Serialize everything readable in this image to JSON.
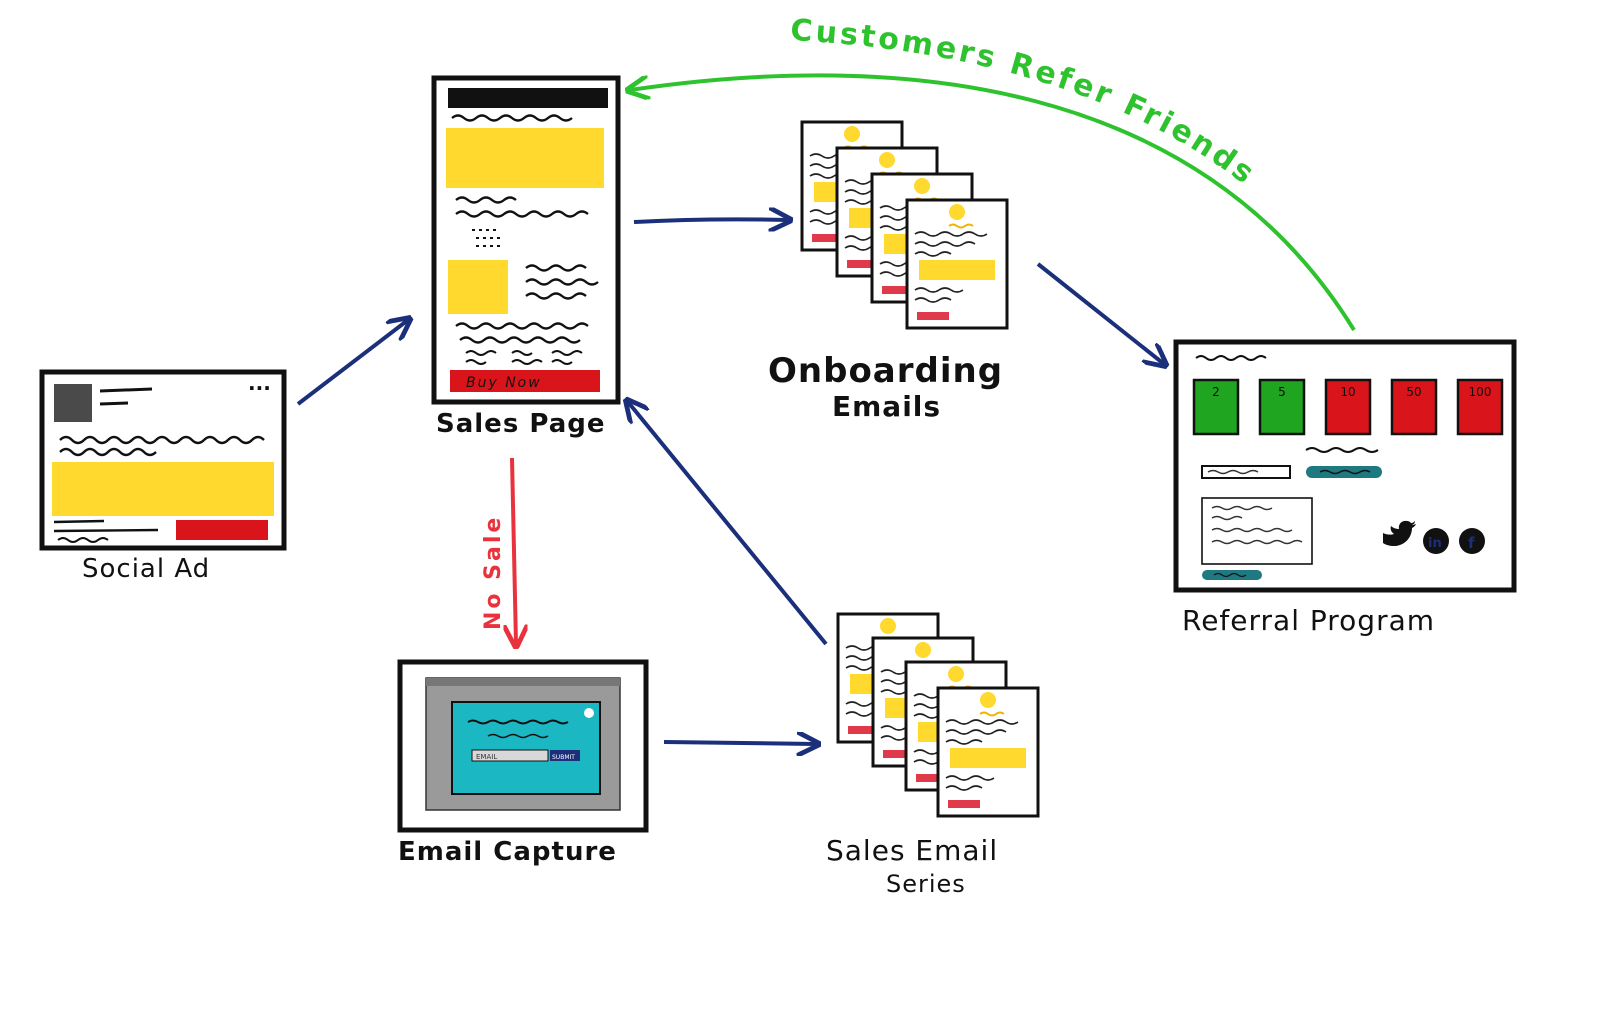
{
  "nodes": {
    "social_ad": {
      "label": "Social Ad",
      "menu_dots": "..."
    },
    "sales_page": {
      "label": "Sales Page",
      "cta": "Buy Now"
    },
    "onboarding": {
      "label_line1": "Onboarding",
      "label_line2": "Emails"
    },
    "email_capture": {
      "label": "Email Capture",
      "field": "EMAIL",
      "button": "SUBMIT"
    },
    "sales_series": {
      "label_line1": "Sales Email",
      "label_line2": "Series"
    },
    "referral": {
      "label": "Referral Program",
      "tiers": [
        "2",
        "5",
        "10",
        "50",
        "100"
      ]
    }
  },
  "edges": {
    "no_sale": "No Sale",
    "customers_refer": "Customers Refer Friends"
  },
  "colors": {
    "yellow": "#FFD92E",
    "red": "#D9151B",
    "green": "#1FA51F",
    "navy": "#1B2F7A",
    "teal": "#1BB8C4",
    "arrow_green": "#2FC22F",
    "arrow_red": "#E8333C",
    "teal_pill": "#1E7A80",
    "gray": "#4A4A4A"
  },
  "icons": [
    "twitter-icon",
    "linkedin-icon",
    "facebook-icon",
    "logo-icon"
  ]
}
